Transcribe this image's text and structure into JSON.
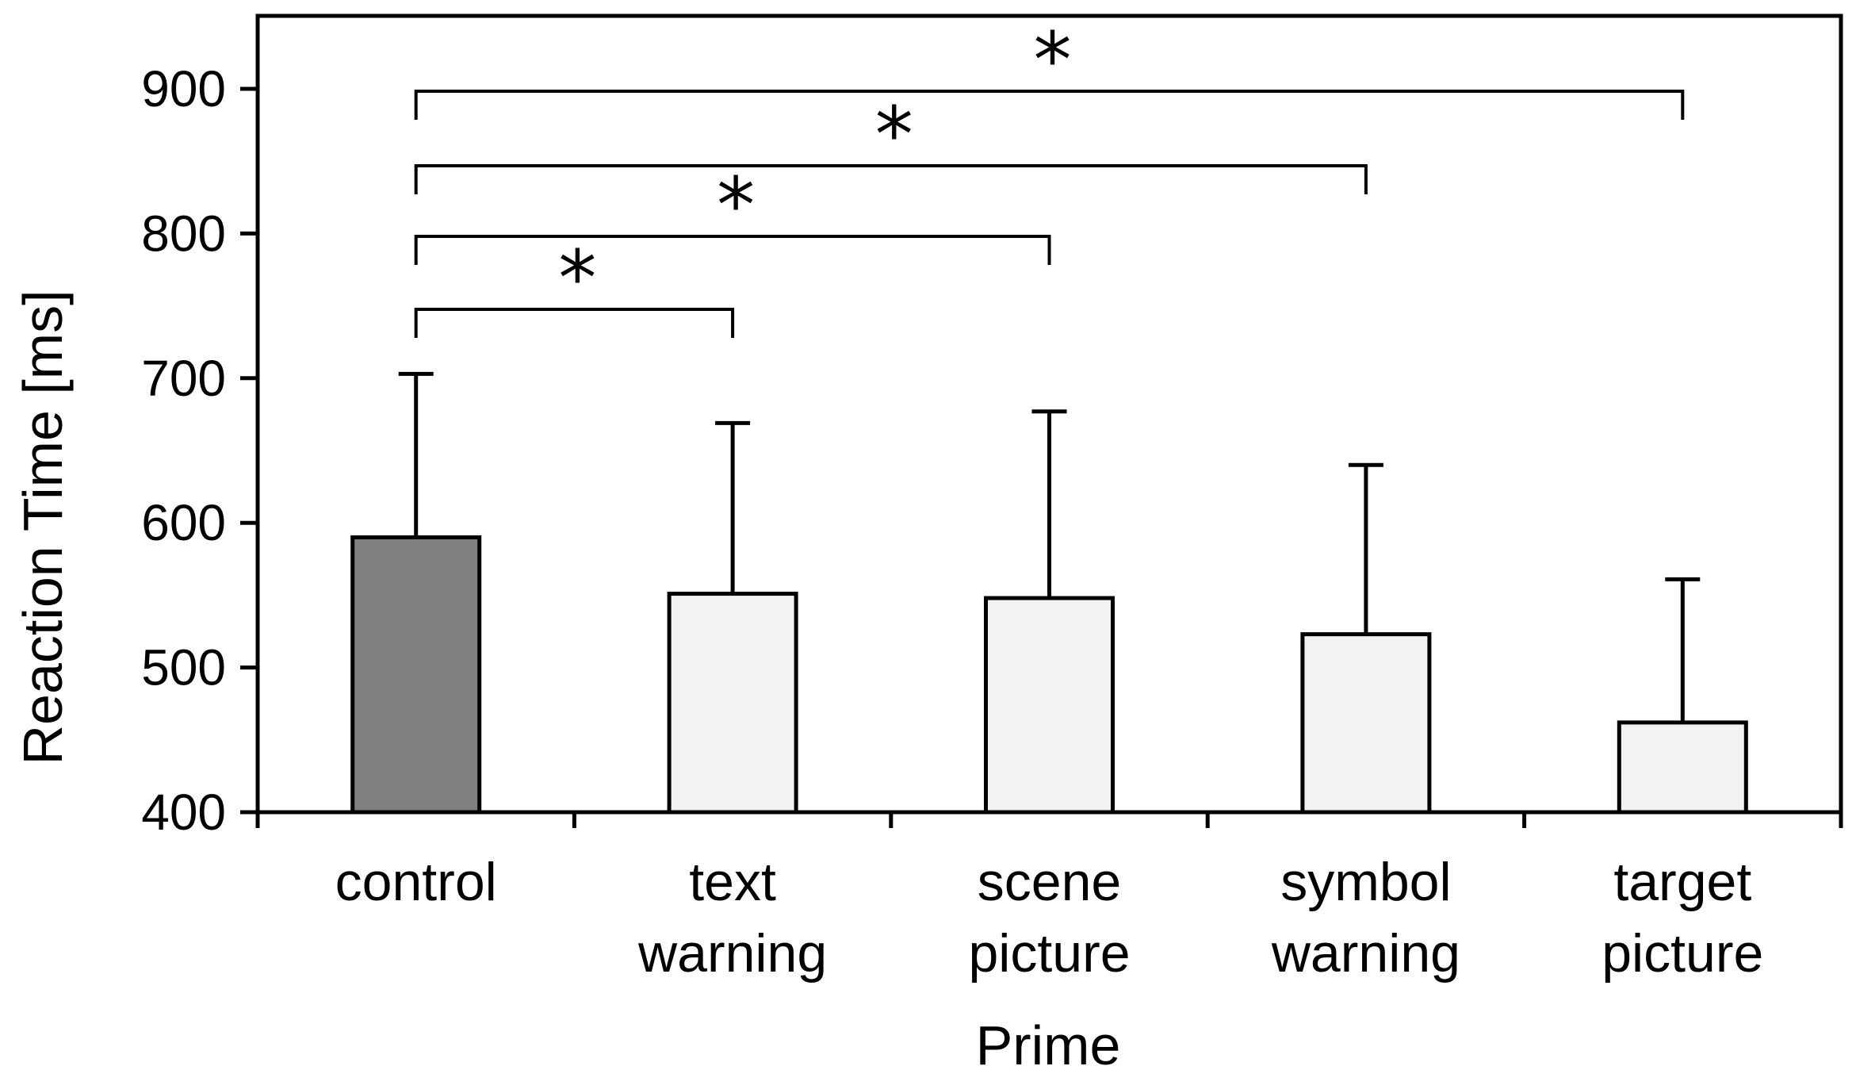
{
  "chart_data": {
    "type": "bar",
    "title": "",
    "xlabel": "Prime",
    "ylabel": "Reaction Time [ms]",
    "ylim": [
      400,
      950
    ],
    "yticks": [
      400,
      500,
      600,
      700,
      800,
      900
    ],
    "grid": false,
    "categories": [
      [
        "control"
      ],
      [
        "text",
        "warning"
      ],
      [
        "scene",
        "picture"
      ],
      [
        "symbol",
        "warning"
      ],
      [
        "target",
        "picture"
      ]
    ],
    "values": [
      590,
      551,
      548,
      523,
      462
    ],
    "error_upper": [
      703,
      669,
      677,
      640,
      561
    ],
    "colors": [
      "#808080",
      "#f2f2f2",
      "#f2f2f2",
      "#f2f2f2",
      "#f2f2f2"
    ],
    "significance": [
      {
        "from": 0,
        "to": 1,
        "label": "*"
      },
      {
        "from": 0,
        "to": 2,
        "label": "*"
      },
      {
        "from": 0,
        "to": 3,
        "label": "*"
      },
      {
        "from": 0,
        "to": 4,
        "label": "*"
      }
    ]
  }
}
